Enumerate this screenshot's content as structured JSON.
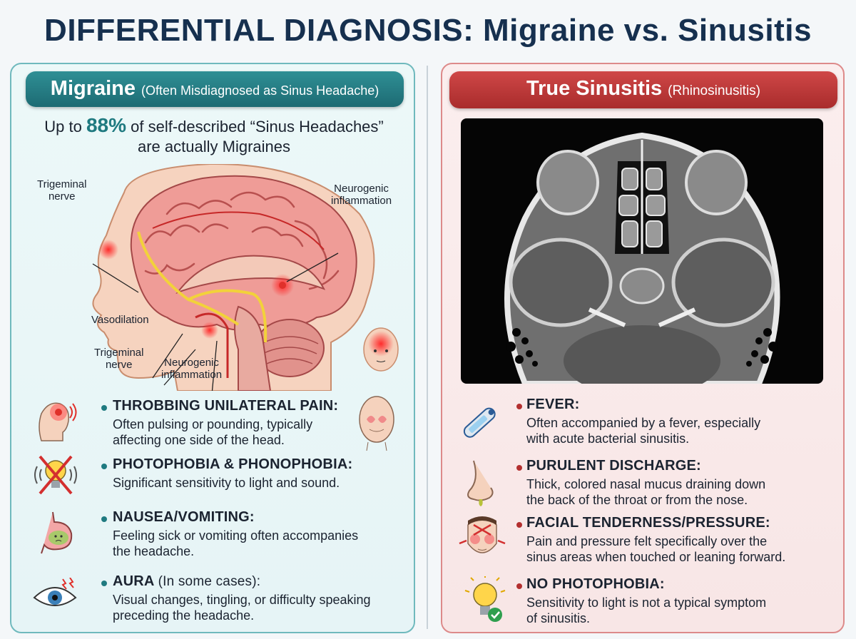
{
  "title": "DIFFERENTIAL DIAGNOSIS: Migraine vs. Sinusitis",
  "left": {
    "header_main": "Migraine",
    "header_sub": "(Often Misdiagnosed as Sinus Headache)",
    "stat_prefix": "Up to",
    "stat_value": "88%",
    "stat_suffix": "of self-described “Sinus Headaches”",
    "stat_line2": "are actually Migraines",
    "labels": {
      "trigeminal_top": "Trigeminal\nnerve",
      "neurogenic_top": "Neurogenic\ninflammation",
      "vasodilation": "Vasodilation",
      "trigeminal_bottom": "Trigeminal\nnerve",
      "neurogenic_bottom": "Neurogenic\ninflammation"
    },
    "symptoms": [
      {
        "title": "THROBBING UNILATERAL PAIN:",
        "desc1": "Often pulsing or pounding, typically",
        "desc2": "affecting one side of the head.",
        "icon": "head-pain-icon"
      },
      {
        "title": "PHOTOPHOBIA & PHONOPHOBIA:",
        "desc1": "Significant sensitivity to light and sound.",
        "desc2": "",
        "icon": "crossed-bulb-icon"
      },
      {
        "title": "NAUSEA/VOMITING:",
        "desc1": "Feeling sick or vomiting often accompanies",
        "desc2": "the headache.",
        "icon": "stomach-icon"
      },
      {
        "title": "AURA",
        "title_extra": "(In some cases):",
        "desc1": "Visual changes, tingling, or difficulty speaking",
        "desc2": "preceding the headache.",
        "icon": "eye-icon"
      }
    ],
    "accent": "#1f7a80"
  },
  "right": {
    "header_main": "True Sinusitis",
    "header_sub": "(Rhinosinusitis)",
    "symptoms": [
      {
        "title": "FEVER:",
        "desc1": "Often accompanied by a fever, especially",
        "desc2": "with acute bacterial sinusitis.",
        "icon": "thermometer-icon"
      },
      {
        "title": "PURULENT DISCHARGE:",
        "desc1": "Thick, colored nasal mucus draining down",
        "desc2": "the back of the throat or from the nose.",
        "icon": "nose-icon"
      },
      {
        "title": "FACIAL TENDERNESS/PRESSURE:",
        "desc1": "Pain and pressure felt specifically over the",
        "desc2": "sinus areas when touched or leaning forward.",
        "icon": "face-pressure-icon"
      },
      {
        "title": "NO PHOTOPHOBIA:",
        "desc1": "Sensitivity to light is not a typical symptom",
        "desc2": "of sinusitis.",
        "icon": "bulb-check-icon"
      }
    ],
    "accent": "#b32f2f"
  }
}
